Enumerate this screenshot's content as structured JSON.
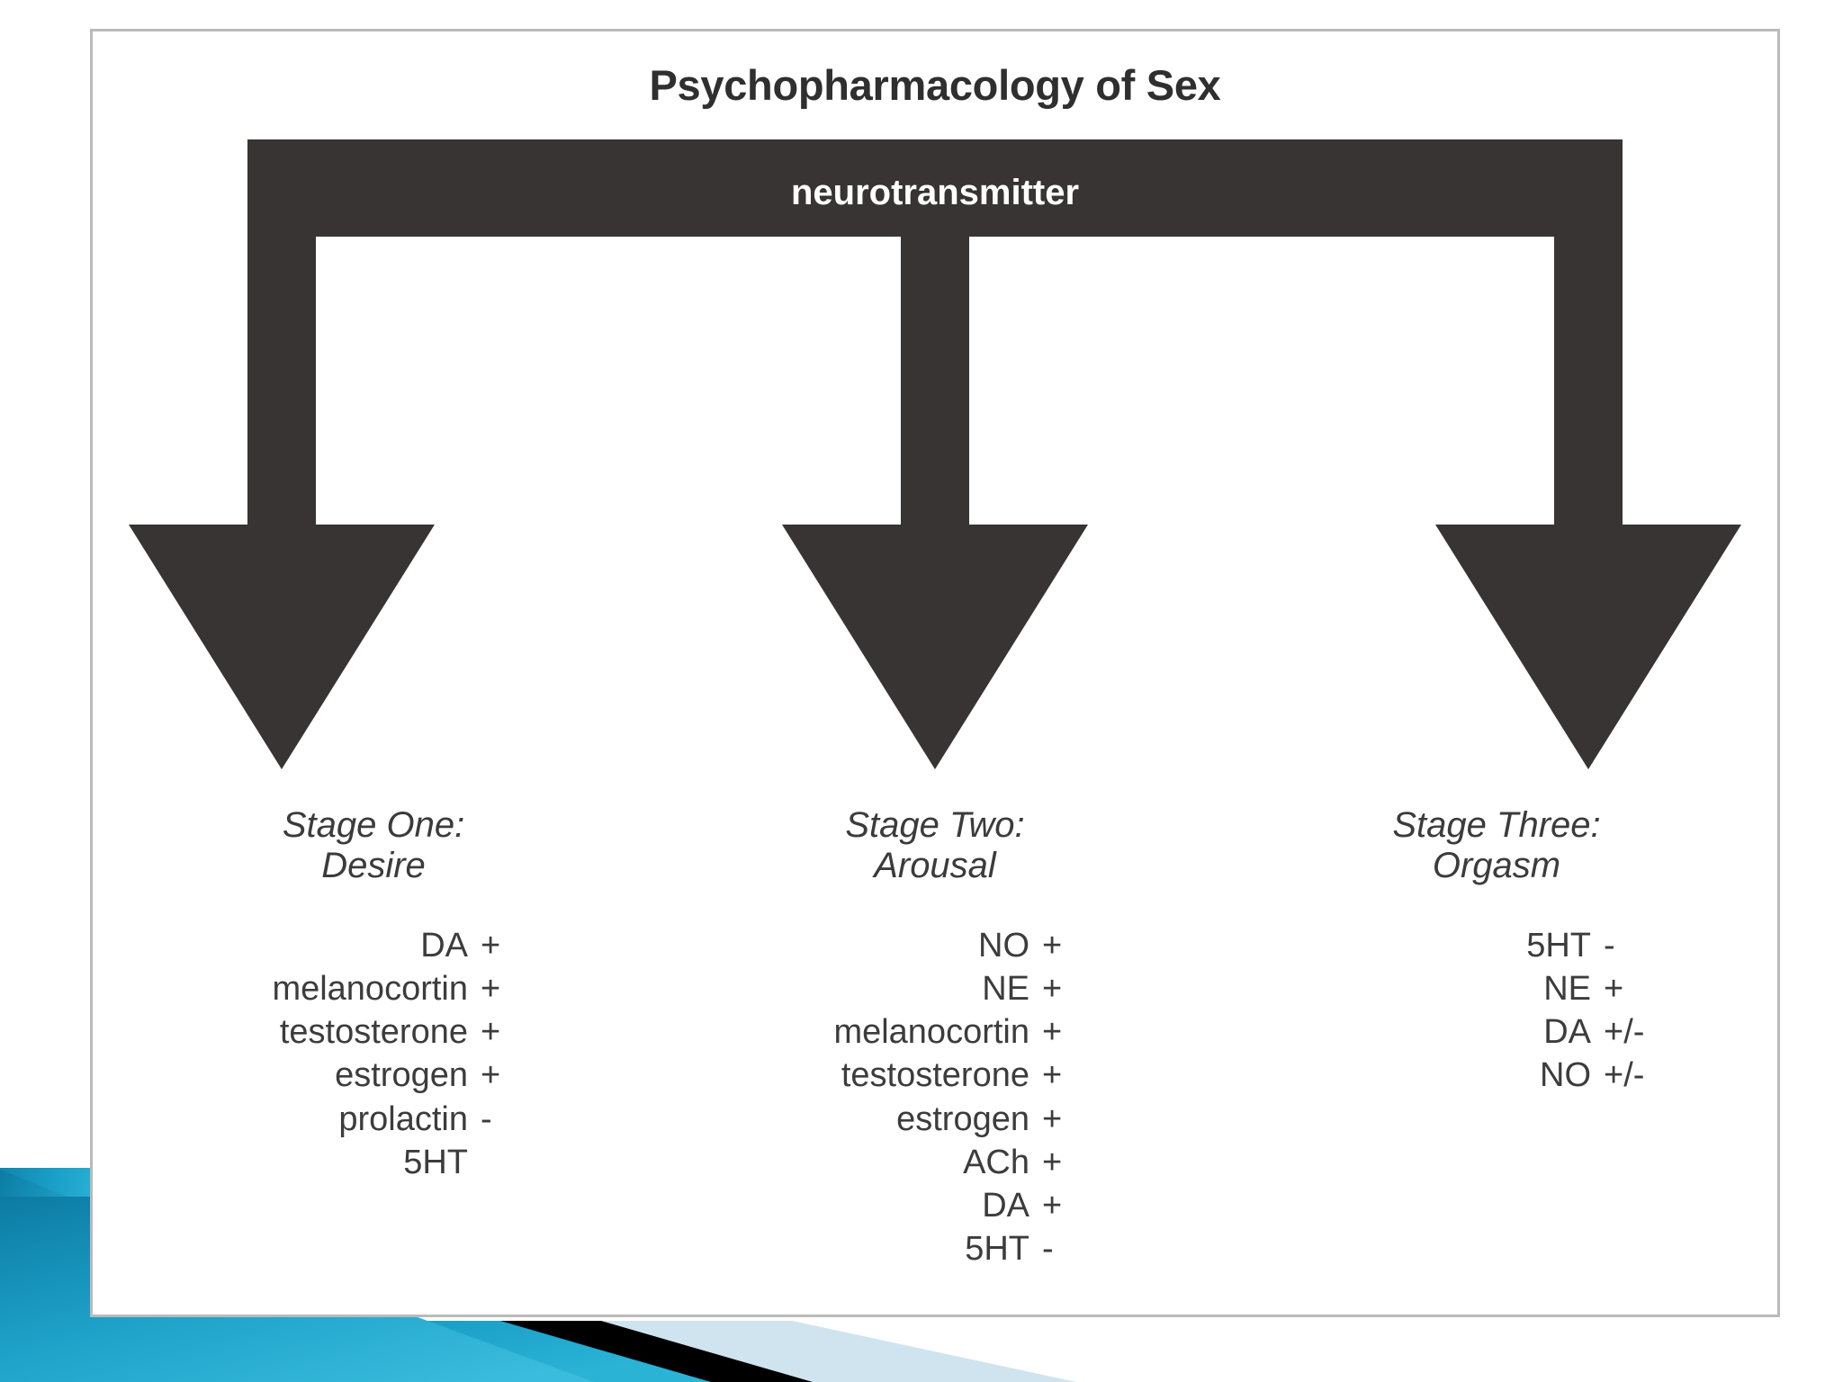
{
  "slide": {
    "background_color": "#ffffff",
    "frame_border_color": "#b9babc"
  },
  "diagram": {
    "title": "Psychopharmacology of Sex",
    "bar_label": "neurotransmitter",
    "bar_color": "#373433",
    "bar_text_color": "#ffffff",
    "text_color": "#3c3c3c"
  },
  "stages": [
    {
      "heading": "Stage One:\nDesire",
      "substances": [
        {
          "name": "DA",
          "sign": "+"
        },
        {
          "name": "melanocortin",
          "sign": "+"
        },
        {
          "name": "testosterone",
          "sign": "+"
        },
        {
          "name": "estrogen",
          "sign": "+"
        },
        {
          "name": "prolactin",
          "sign": "-"
        },
        {
          "name": "5HT",
          "sign": ""
        }
      ]
    },
    {
      "heading": "Stage Two:\nArousal",
      "substances": [
        {
          "name": "NO",
          "sign": "+"
        },
        {
          "name": "NE",
          "sign": "+"
        },
        {
          "name": "melanocortin",
          "sign": "+"
        },
        {
          "name": "testosterone",
          "sign": "+"
        },
        {
          "name": "estrogen",
          "sign": "+"
        },
        {
          "name": "ACh",
          "sign": "+"
        },
        {
          "name": "DA",
          "sign": "+"
        },
        {
          "name": "5HT",
          "sign": "-"
        }
      ]
    },
    {
      "heading": "Stage Three:\nOrgasm",
      "substances": [
        {
          "name": "5HT",
          "sign": "-"
        },
        {
          "name": "NE",
          "sign": "+"
        },
        {
          "name": "DA",
          "sign": "+/-"
        },
        {
          "name": "NO",
          "sign": "+/-"
        }
      ]
    }
  ],
  "decoration": {
    "teal_color": "#1590bb",
    "teal_dark_color": "#0d7ca6",
    "black_color": "#000000",
    "pale_blue_color": "#cfe4ee"
  }
}
